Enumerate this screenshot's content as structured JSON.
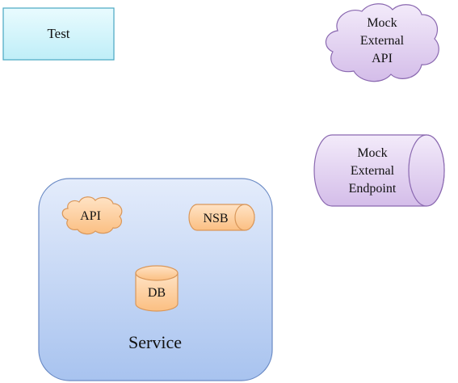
{
  "diagram": {
    "colors": {
      "test_fill_top": "#e9fbfe",
      "test_fill_bottom": "#bfeef8",
      "test_stroke": "#48a6c2",
      "purple_fill_top": "#f3ebfa",
      "purple_fill_bottom": "#d4bde9",
      "purple_stroke": "#8a68b0",
      "service_fill_top": "#e4ecfb",
      "service_fill_bottom": "#a8c3ef",
      "service_stroke": "#6a8ac4",
      "orange_fill_top": "#ffe3c5",
      "orange_fill_bottom": "#fbbf82",
      "orange_stroke": "#d9975a"
    },
    "test_box": {
      "label": "Test"
    },
    "mock_external_api": {
      "shape": "cloud",
      "line1": "Mock",
      "line2": "External",
      "line3": "API"
    },
    "mock_external_endpoint": {
      "shape": "horizontal-cylinder",
      "line1": "Mock",
      "line2": "External",
      "line3": "Endpoint"
    },
    "service": {
      "shape": "rounded-rectangle",
      "label": "Service",
      "api": {
        "shape": "cloud",
        "label": "API"
      },
      "nsb": {
        "shape": "horizontal-cylinder",
        "label": "NSB"
      },
      "db": {
        "shape": "vertical-cylinder",
        "label": "DB"
      }
    }
  }
}
